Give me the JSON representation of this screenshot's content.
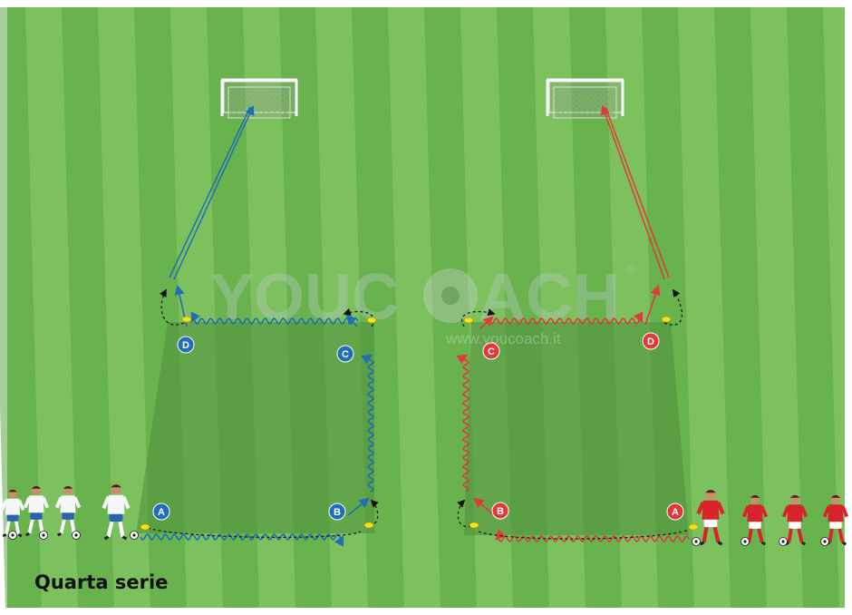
{
  "caption": "Quarta serie",
  "watermark": {
    "brand": "YOUCOACH",
    "brand_left": "YOUC",
    "brand_right": "ACH",
    "registered": "®",
    "url": "www.youcoach.it"
  },
  "colors": {
    "grass_light": "#7dc15f",
    "grass_dark": "#5aa83f",
    "zone": "#4e8e3a",
    "blue_team": "#1e6fb5",
    "red_team": "#e03a3a",
    "cone": "#f5e21a",
    "arrow_black": "#111111"
  },
  "blue_drill": {
    "labels": [
      "A",
      "B",
      "C",
      "D"
    ]
  },
  "red_drill": {
    "labels": [
      "A",
      "B",
      "C",
      "D"
    ]
  }
}
